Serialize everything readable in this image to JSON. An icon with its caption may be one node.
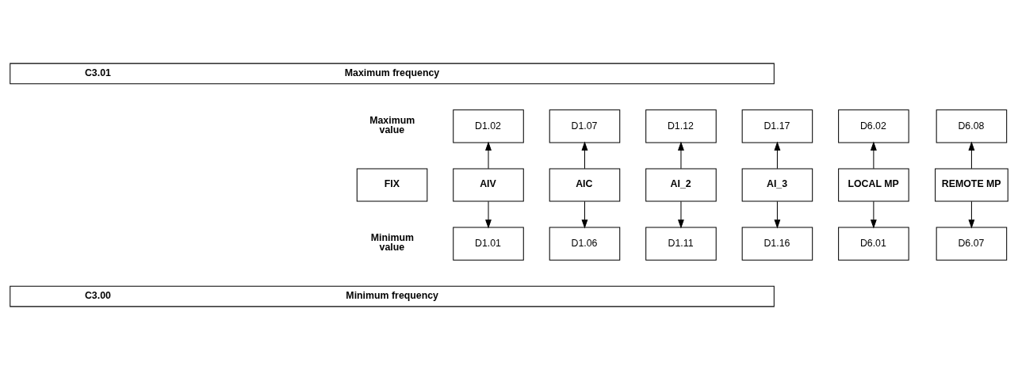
{
  "diagram": {
    "nodes": [
      {
        "text": [
          "C3.01",
          "Maximum frequency"
        ]
      },
      {
        "text": [
          "D1.02"
        ]
      },
      {
        "text": [
          "D1.07"
        ]
      },
      {
        "text": [
          "D1.12"
        ]
      },
      {
        "text": [
          "D1.17"
        ]
      },
      {
        "text": [
          "D6.02"
        ]
      },
      {
        "text": [
          "D6.08"
        ]
      },
      {
        "text": [
          "FIX"
        ]
      },
      {
        "text": [
          "AIV"
        ]
      },
      {
        "text": [
          "AIC"
        ]
      },
      {
        "text": [
          "AI_2"
        ]
      },
      {
        "text": [
          "AI_3"
        ]
      },
      {
        "text": [
          "LOCAL MP"
        ]
      },
      {
        "text": [
          "REMOTE MP"
        ]
      },
      {
        "text": [
          "D1.01"
        ]
      },
      {
        "text": [
          "D1.06"
        ]
      },
      {
        "text": [
          "D1.11"
        ]
      },
      {
        "text": [
          "D1.16"
        ]
      },
      {
        "text": [
          "D6.01"
        ]
      },
      {
        "text": [
          "D6.07"
        ]
      },
      {
        "text": [
          "C3.00",
          "Minimum frequency"
        ]
      }
    ],
    "edges": [
      {
        "from": 8,
        "to": 1,
        "arrow": "to"
      },
      {
        "from": 9,
        "to": 2,
        "arrow": "to"
      },
      {
        "from": 10,
        "to": 3,
        "arrow": "to"
      },
      {
        "from": 11,
        "to": 4,
        "arrow": "to"
      },
      {
        "from": 12,
        "to": 5,
        "arrow": "to"
      },
      {
        "from": 13,
        "to": 6,
        "arrow": "to"
      },
      {
        "from": 8,
        "to": 14,
        "arrow": "to"
      },
      {
        "from": 9,
        "to": 15,
        "arrow": "to"
      },
      {
        "from": 10,
        "to": 16,
        "arrow": "to"
      },
      {
        "from": 11,
        "to": 17,
        "arrow": "to"
      },
      {
        "from": 12,
        "to": 18,
        "arrow": "to"
      },
      {
        "from": 13,
        "to": 19,
        "arrow": "to"
      }
    ],
    "labels": [
      "Maximum value",
      "Minimum value"
    ]
  }
}
